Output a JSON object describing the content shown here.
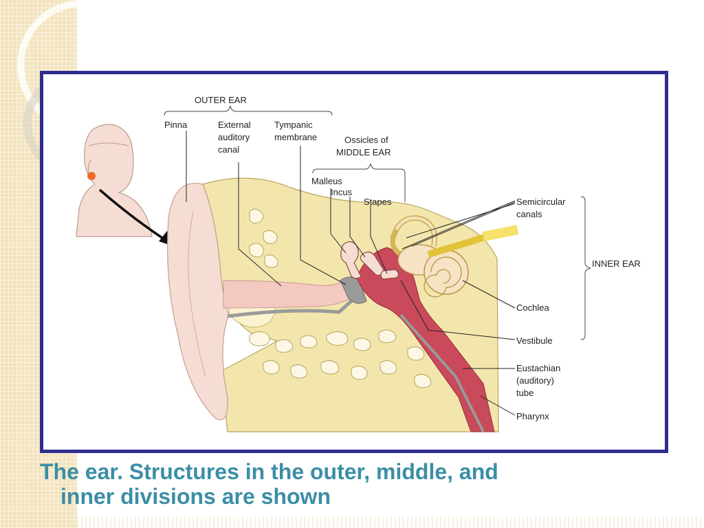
{
  "diagram": {
    "group_labels": {
      "outer_ear": "OUTER EAR",
      "ossicles_line1": "Ossicles of",
      "ossicles_line2": "MIDDLE EAR",
      "inner_ear": "INNER EAR"
    },
    "labels": {
      "pinna": "Pinna",
      "canal_line1": "External",
      "canal_line2": "auditory",
      "canal_line3": "canal",
      "tympanic_line1": "Tympanic",
      "tympanic_line2": "membrane",
      "malleus": "Malleus",
      "incus": "Incus",
      "stapes": "Stapes",
      "semicircular_line1": "Semicircular",
      "semicircular_line2": "canals",
      "cochlea": "Cochlea",
      "vestibule": "Vestibule",
      "eustachian_line1": "Eustachian",
      "eustachian_line2": "(auditory)",
      "eustachian_line3": "tube",
      "pharynx": "Pharynx"
    },
    "colors": {
      "frame": "#2e2e8e",
      "skin": "#f6ddd4",
      "bone": "#f3e6ad",
      "canal_pink": "#f3c9c2",
      "tube_red": "#c94a5a",
      "membrane_gray": "#9a9a9a",
      "cochlea_fill": "#f6e3c4"
    }
  },
  "caption": {
    "line1": "The ear. Structures in the outer, middle, and",
    "line2": "inner divisions are shown"
  }
}
